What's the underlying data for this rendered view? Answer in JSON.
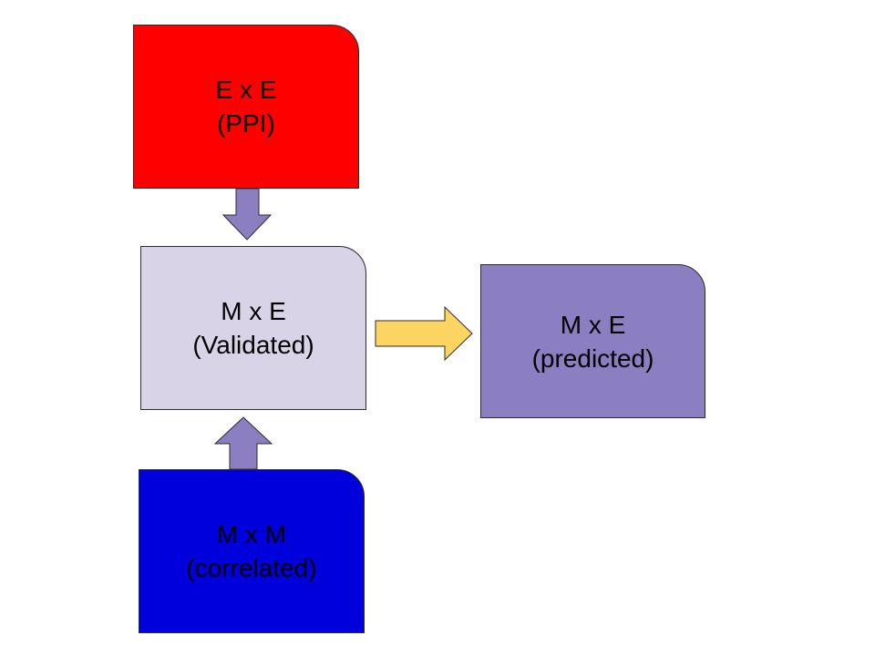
{
  "colors": {
    "ee_fill": "#ff0000",
    "validated_fill": "#d9d3e8",
    "predicted_fill": "#8b7fc2",
    "mm_fill": "#0000dd",
    "purple_arrow": "#8b7fc2",
    "yellow_arrow": "#fcd462",
    "outline": "#2b2b2b"
  },
  "boxes": {
    "ee": {
      "line1": "E x E",
      "line2": "(PPI)"
    },
    "me_validated": {
      "line1": "M x E",
      "line2": "(Validated)"
    },
    "me_predicted": {
      "line1": "M x E",
      "line2": "(predicted)"
    },
    "mm": {
      "line1": "M x M",
      "line2": "(correlated)"
    }
  },
  "arrows": [
    {
      "from": "E x E",
      "to": "M x E (Validated)",
      "direction": "down",
      "color": "purple"
    },
    {
      "from": "M x M",
      "to": "M x E (Validated)",
      "direction": "up",
      "color": "purple"
    },
    {
      "from": "M x E (Validated)",
      "to": "M x E (predicted)",
      "direction": "right",
      "color": "yellow"
    }
  ]
}
